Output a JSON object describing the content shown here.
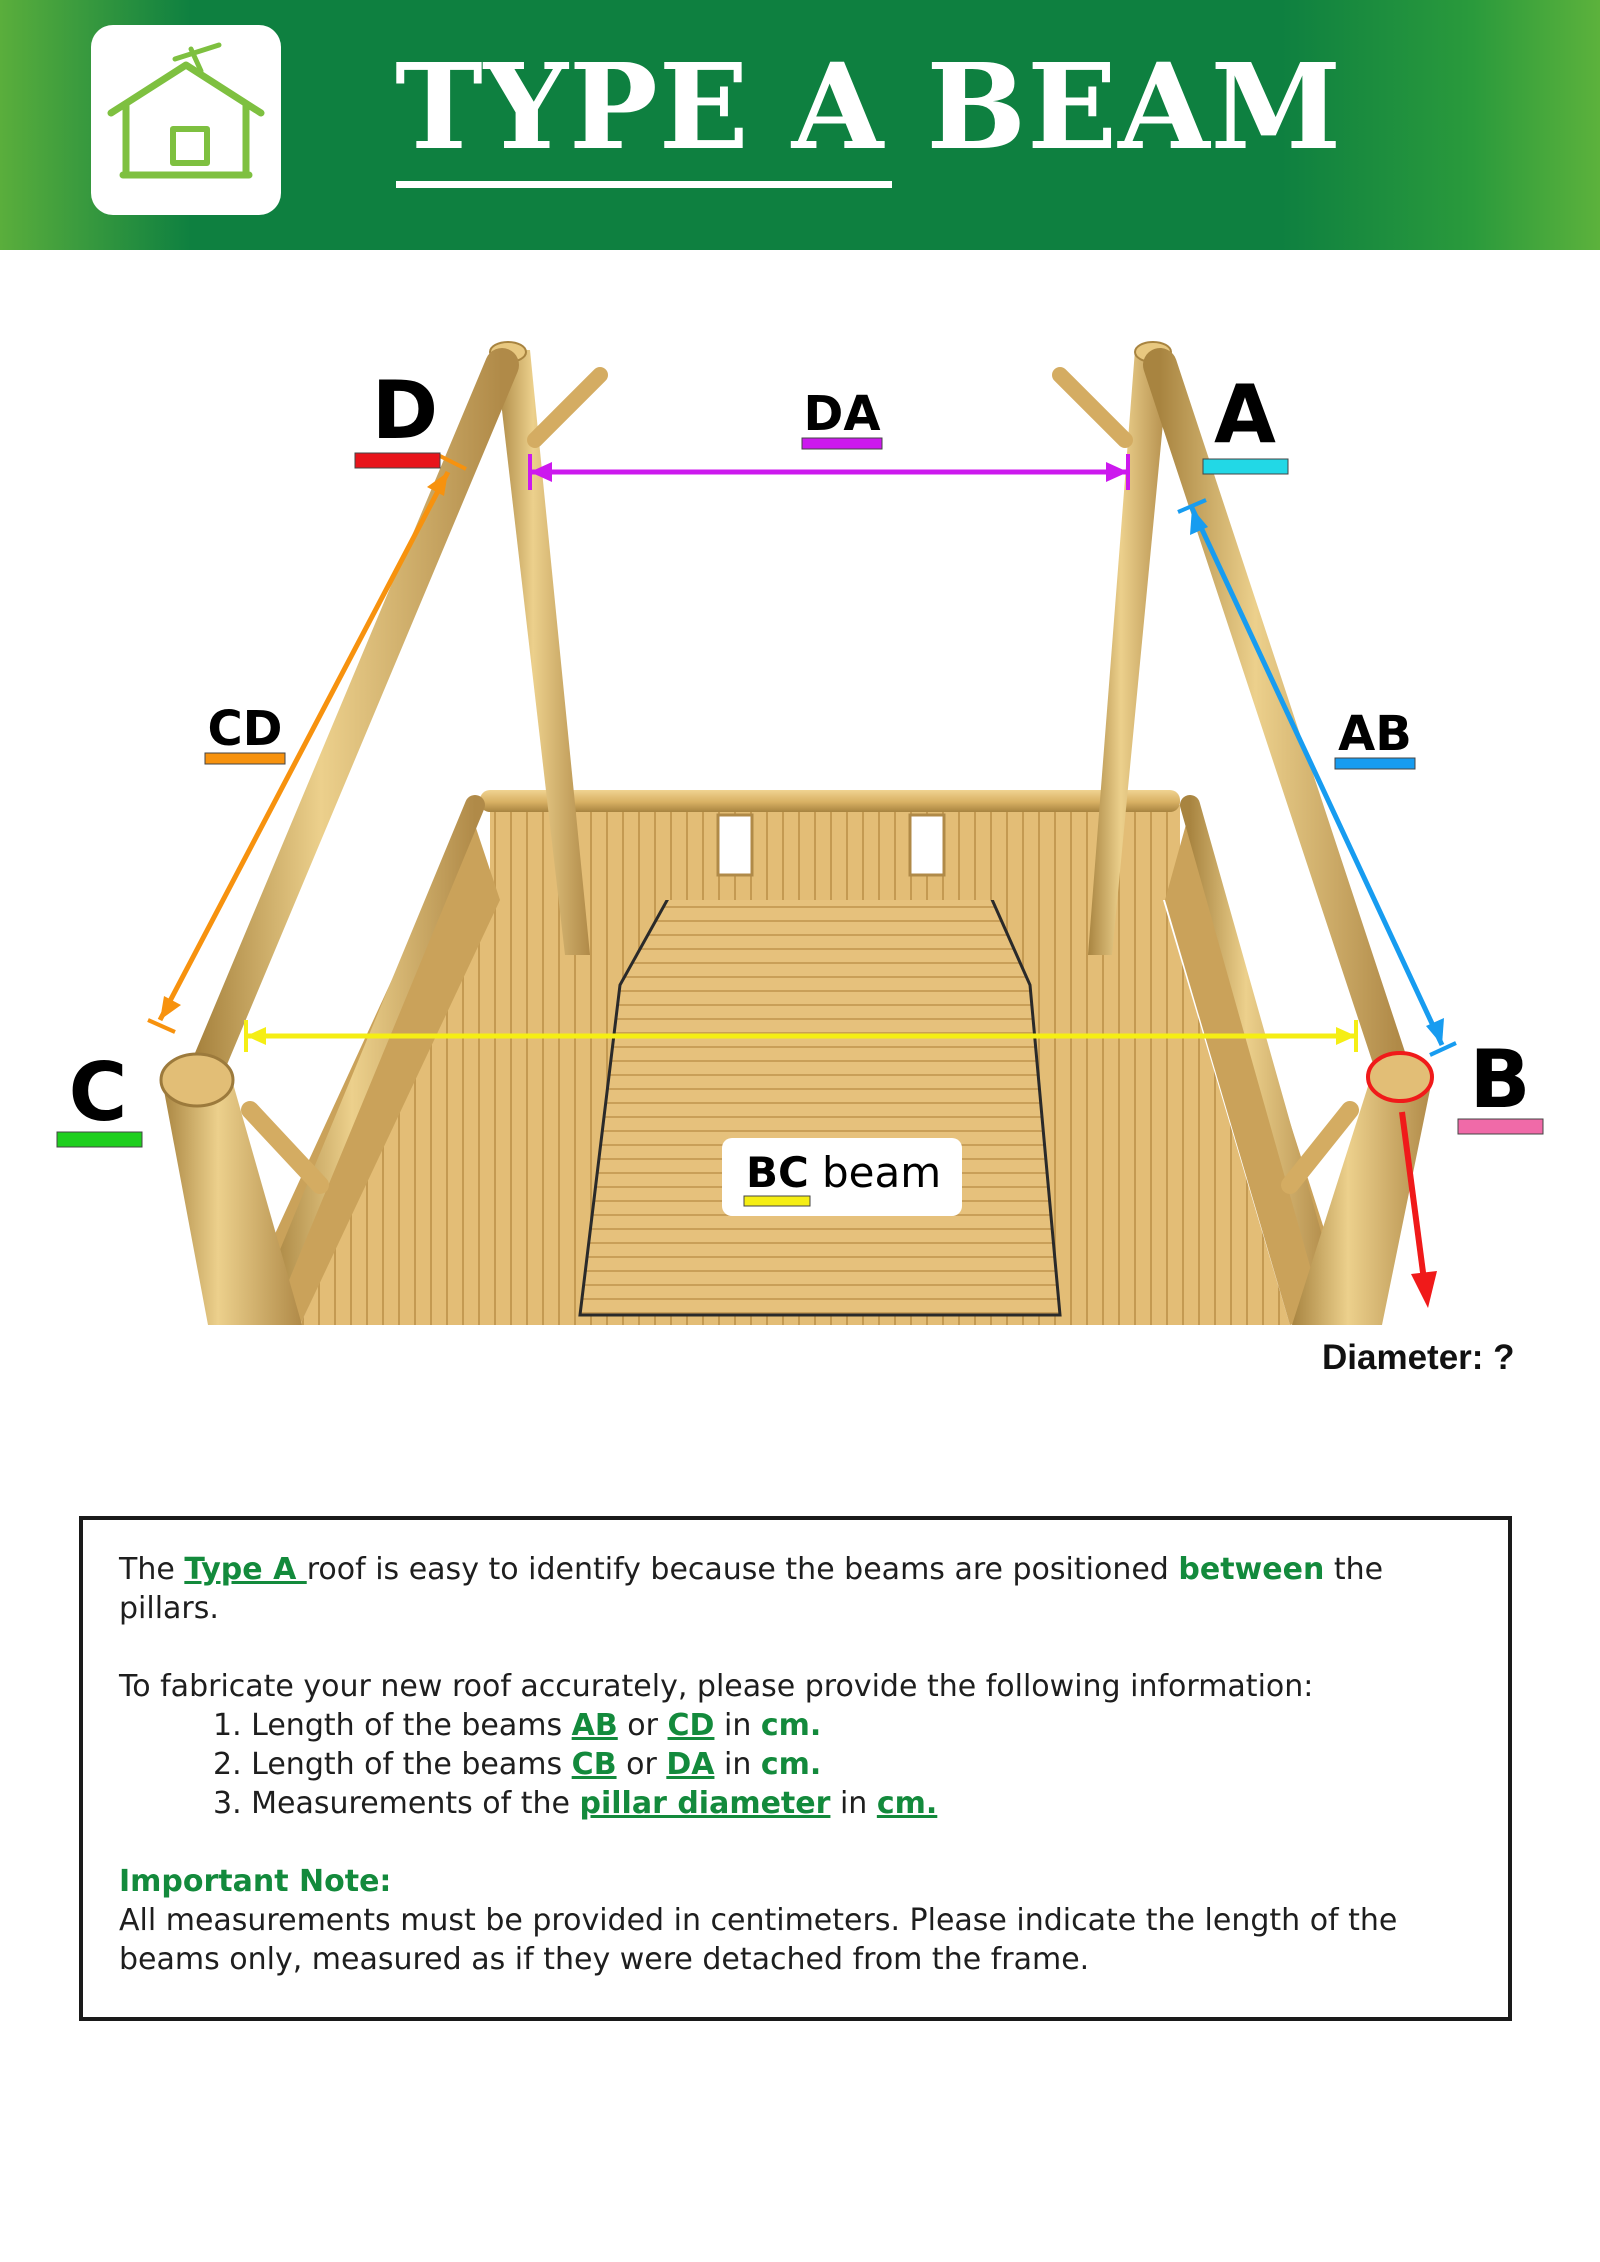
{
  "header": {
    "title": "TYPE A BEAM",
    "logo_icon": "bamboo-hut-icon"
  },
  "diagram": {
    "corners": {
      "d": {
        "label": "D",
        "color": "#e8141b"
      },
      "a": {
        "label": "A",
        "color": "#22d8e6"
      },
      "c": {
        "label": "C",
        "color": "#1ecf1e"
      },
      "b": {
        "label": "B",
        "color": "#f06aa8"
      }
    },
    "dimensions": {
      "da": {
        "label": "DA",
        "color": "#cc19ee"
      },
      "cd": {
        "label": "CD",
        "color": "#f7920e"
      },
      "ab": {
        "label": "AB",
        "color": "#179cf0"
      },
      "bc": {
        "label": "BC",
        "color": "#f5ee14"
      }
    },
    "bc_beam_label": {
      "code": "BC",
      "word": "beam"
    },
    "diameter": {
      "label": "Diameter: ?",
      "color": "#f01a1a"
    }
  },
  "info": {
    "p1": {
      "t1": "The ",
      "type": "Type A ",
      "t2": " roof is easy to identify because the beams are positioned ",
      "between": "between",
      "t3": " the pillars."
    },
    "p2": "To fabricate your new roof accurately, please provide the following information:",
    "items": [
      {
        "pre": "1. Length of the beams ",
        "a": "AB",
        "or": " or ",
        "b": "CD",
        "in": " in ",
        "unit": "cm."
      },
      {
        "pre": "2. Length of the beams ",
        "a": "CB",
        "or": " or ",
        "b": "DA",
        "in": " in ",
        "unit": "cm."
      },
      {
        "pre": "3. Measurements of the ",
        "a": "pillar diameter",
        "in": " in ",
        "unit": "cm."
      }
    ],
    "note_title": "Important Note:",
    "note_text": "All measurements must be provided in centimeters. Please indicate the length of the beams only, measured as if they were detached from the frame."
  },
  "colors": {
    "header_green": "#0e8040",
    "accent_green": "#138a3c",
    "bamboo": "#d9b46a"
  }
}
